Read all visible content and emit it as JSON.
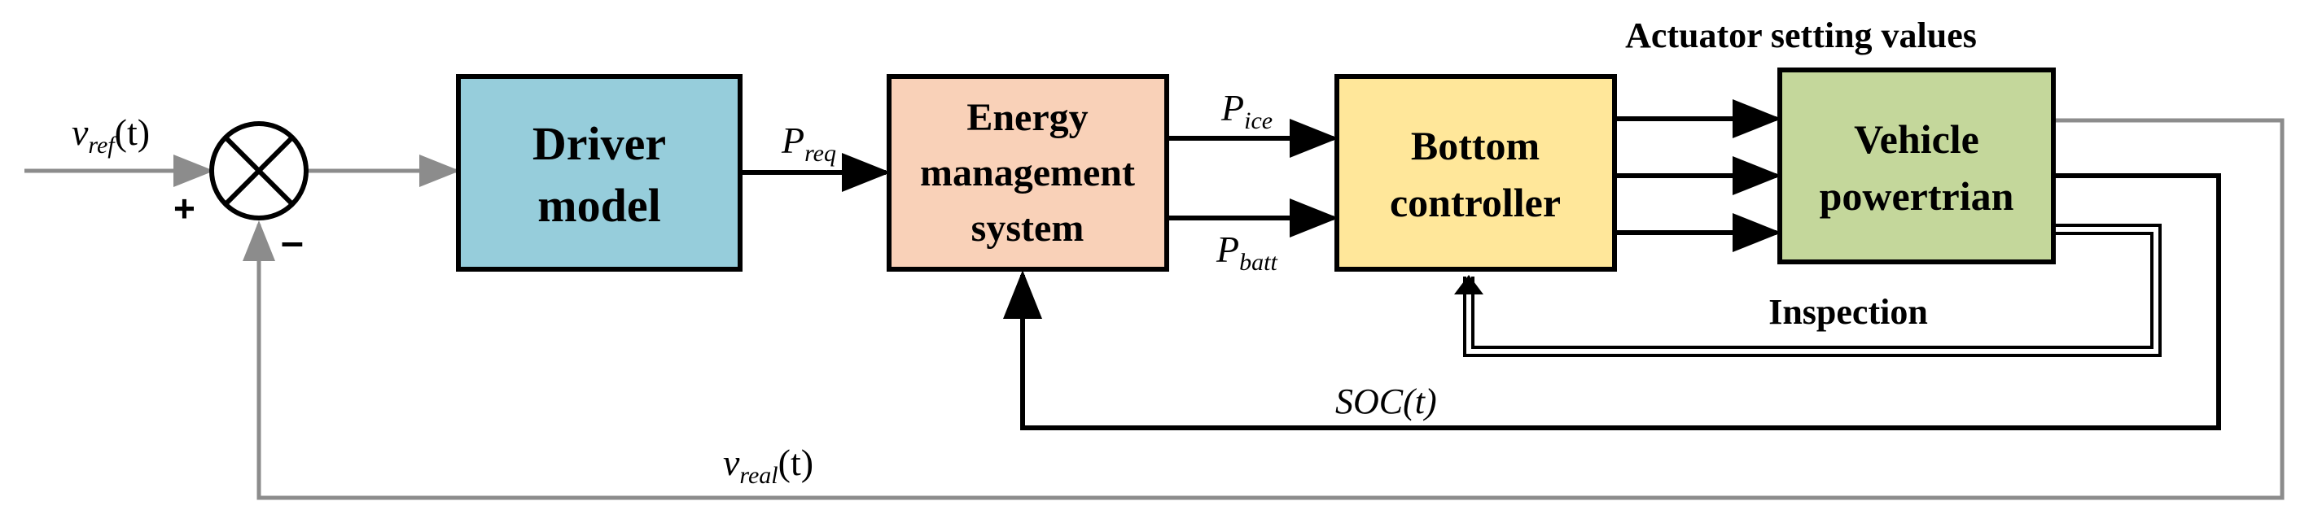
{
  "colors": {
    "driver_fill": "#96cddb",
    "ems_fill": "#f9d1b8",
    "bottom_fill": "#ffe79a",
    "vehicle_fill": "#c4d79b",
    "black_line": "#000000",
    "grey_line": "#8c8c8c"
  },
  "blocks": {
    "driver": {
      "line1": "Driver",
      "line2": "model"
    },
    "ems": {
      "line1": "Energy",
      "line2": "management",
      "line3": "system"
    },
    "bottom": {
      "line1": "Bottom",
      "line2": "controller"
    },
    "vehicle": {
      "line1": "Vehicle",
      "line2": "powertrian"
    }
  },
  "signals": {
    "vref": {
      "base": "v",
      "sub": "ref",
      "arg": "(t)"
    },
    "vreal": {
      "base": "v",
      "sub": "real",
      "arg": "(t)"
    },
    "preq": {
      "base": "P",
      "sub": "req"
    },
    "pice": {
      "base": "P",
      "sub": "ice"
    },
    "pbatt": {
      "base": "P",
      "sub": "batt"
    },
    "soc": {
      "base": "SOC",
      "arg": "(t)"
    }
  },
  "labels": {
    "actuator": "Actuator setting values",
    "inspection": "Inspection",
    "plus": "+",
    "minus": "–"
  }
}
